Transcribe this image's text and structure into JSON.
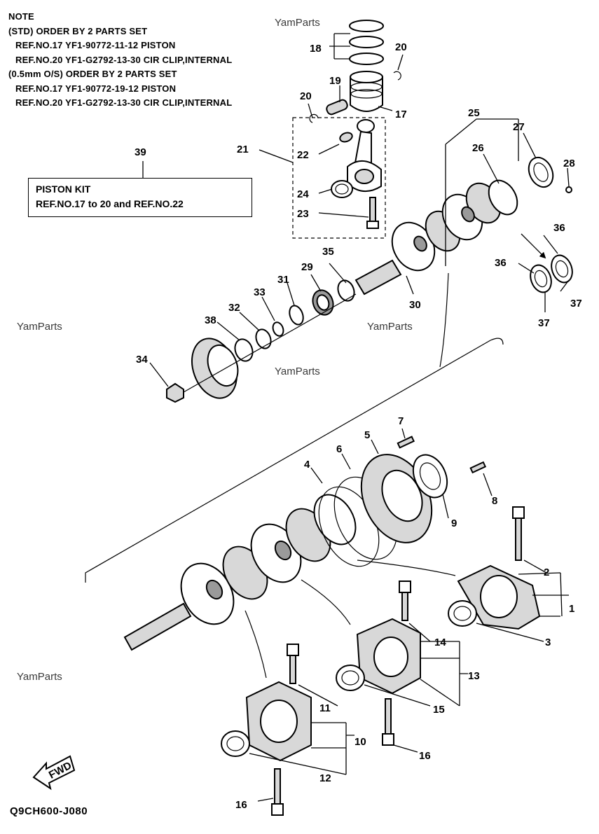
{
  "note": {
    "title": "NOTE",
    "lines": [
      "(STD) ORDER BY 2 PARTS SET",
      "REF.NO.17 YF1-90772-11-12  PISTON",
      "REF.NO.20 YF1-G2792-13-30 CIR CLIP,INTERNAL",
      "(0.5mm O/S) ORDER BY 2 PARTS SET",
      "REF.NO.17 YF1-90772-19-12  PISTON",
      "REF.NO.20 YF1-G2792-13-30 CIR CLIP,INTERNAL"
    ]
  },
  "piston_kit": {
    "ref": "39",
    "line1": "PISTON KIT",
    "line2": "REF.NO.17 to 20 and REF.NO.22"
  },
  "watermark": "YamParts",
  "watermark2": "YamParts",
  "watermark3": "YamParts",
  "watermark4": "YamParts",
  "watermark5": "YamParts",
  "fwd_label": "FWD",
  "diagram_code": "Q9CH600-J080",
  "callouts": {
    "c1": "1",
    "c2": "2",
    "c3": "3",
    "c4": "4",
    "c5": "5",
    "c6": "6",
    "c7": "7",
    "c8": "8",
    "c9": "9",
    "c10": "10",
    "c11": "11",
    "c12": "12",
    "c13": "13",
    "c14": "14",
    "c15": "15",
    "c16a": "16",
    "c16b": "16",
    "c17": "17",
    "c18": "18",
    "c19": "19",
    "c20a": "20",
    "c20b": "20",
    "c21": "21",
    "c22": "22",
    "c23": "23",
    "c24": "24",
    "c25": "25",
    "c26": "26",
    "c27": "27",
    "c28": "28",
    "c29": "29",
    "c30": "30",
    "c31": "31",
    "c32": "32",
    "c33": "33",
    "c34": "34",
    "c35": "35",
    "c36a": "36",
    "c36b": "36",
    "c37a": "37",
    "c37b": "37",
    "c38": "38"
  }
}
